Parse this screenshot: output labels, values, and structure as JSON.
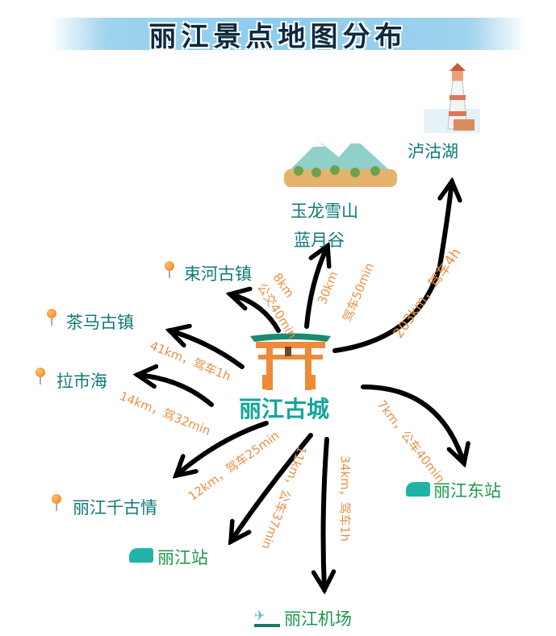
{
  "title": "丽江景点地图分布",
  "center": {
    "name": "丽江古城",
    "icon": "torii-gate-icon"
  },
  "places": {
    "lugu": "泸沽湖",
    "yulong": "玉龙雪山",
    "lanyue": "蓝月谷",
    "shuhe": "束河古镇",
    "chama": "茶马古镇",
    "lashi": "拉市海",
    "qiangu": "丽江千古情",
    "station": "丽江站",
    "airport": "丽江机场",
    "east": "丽江东站"
  },
  "routes": {
    "shuhe_km": "8km",
    "shuhe_time": "公交40min",
    "yulong_km": "30km",
    "yulong_time": "驾车50min",
    "lugu": "203km，驾车4h",
    "chama": "41km，驾车1h",
    "lashi": "14km，驾32min",
    "east": "7km，公车40min",
    "qiangu": "12km，驾车25min",
    "station": "11km，公车37min",
    "airport": "34km，驾车1h"
  },
  "colors": {
    "place": "#0f7a78",
    "station": "#1a9a4a",
    "distance": "#e99147",
    "arrow": "#000000",
    "banner": "#8ccbee"
  }
}
